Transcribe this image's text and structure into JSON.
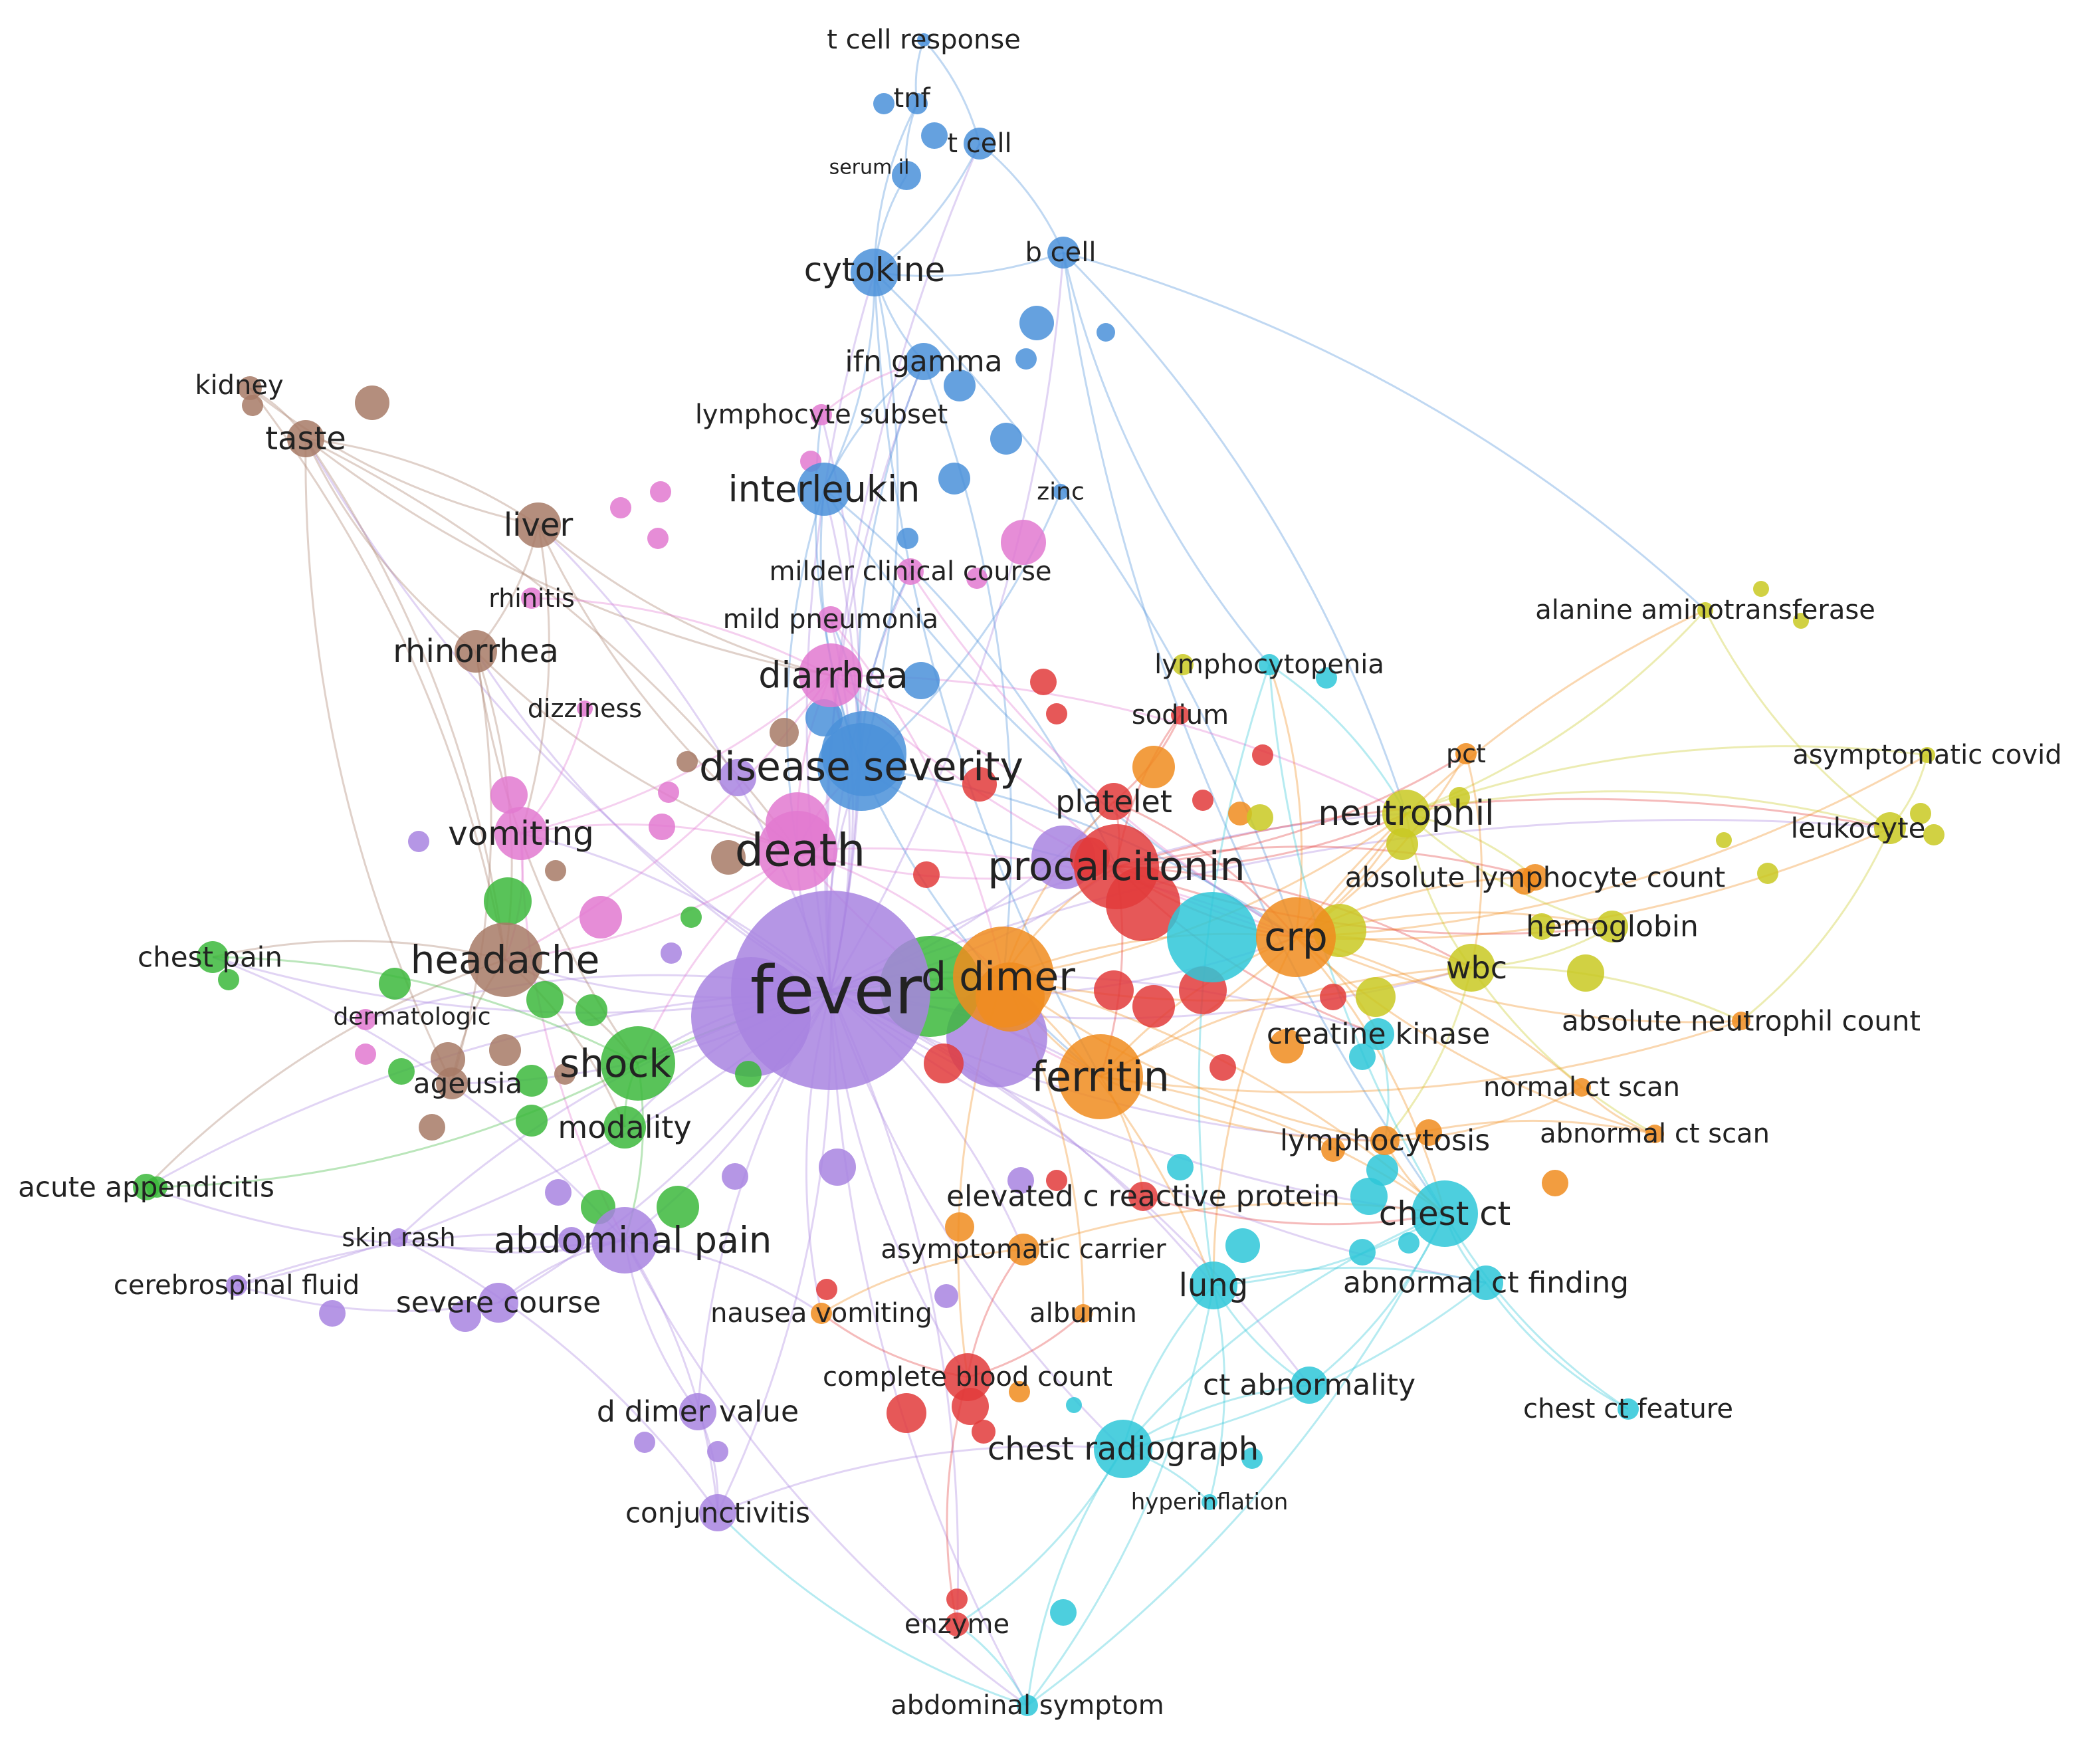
{
  "colors": {
    "blue": "#4a90d9",
    "pink": "#e279d0",
    "brown": "#a77a66",
    "purple": "#a884e0",
    "green": "#3cb83c",
    "red": "#e23b3b",
    "orange": "#f08c1e",
    "olive": "#c9c922",
    "cyan": "#2ec7d8"
  },
  "nodes": [
    {
      "id": "t_cell_response",
      "label": "t cell response",
      "cluster": "blue",
      "weight": 1
    },
    {
      "id": "tnf",
      "label": "tnf",
      "cluster": "blue",
      "weight": 2
    },
    {
      "id": "t_cell",
      "label": "t cell",
      "cluster": "blue",
      "weight": 3
    },
    {
      "id": "serum_il",
      "label": "serum il",
      "cluster": "blue",
      "weight": 2
    },
    {
      "id": "cytokine",
      "label": "cytokine",
      "cluster": "blue",
      "weight": 5
    },
    {
      "id": "b_cell",
      "label": "b cell",
      "cluster": "blue",
      "weight": 3
    },
    {
      "id": "ifn_gamma",
      "label": "ifn gamma",
      "cluster": "blue",
      "weight": 4
    },
    {
      "id": "interleukin",
      "label": "interleukin",
      "cluster": "blue",
      "weight": 6
    },
    {
      "id": "zinc",
      "label": "zinc",
      "cluster": "blue",
      "weight": 1
    },
    {
      "id": "kidney",
      "label": "kidney",
      "cluster": "brown",
      "weight": 2
    },
    {
      "id": "taste",
      "label": "taste",
      "cluster": "brown",
      "weight": 4
    },
    {
      "id": "liver",
      "label": "liver",
      "cluster": "brown",
      "weight": 5
    },
    {
      "id": "rhinorrhea",
      "label": "rhinorrhea",
      "cluster": "brown",
      "weight": 5
    },
    {
      "id": "lymphocyte_subset",
      "label": "lymphocyte subset",
      "cluster": "pink",
      "weight": 2
    },
    {
      "id": "milder_clinical_course",
      "label": "milder clinical course",
      "cluster": "pink",
      "weight": 3
    },
    {
      "id": "rhinitis",
      "label": "rhinitis",
      "cluster": "pink",
      "weight": 2
    },
    {
      "id": "mild_pneumonia",
      "label": "mild pneumonia",
      "cluster": "pink",
      "weight": 3
    },
    {
      "id": "dizziness",
      "label": "dizziness",
      "cluster": "pink",
      "weight": 2
    },
    {
      "id": "diarrhea",
      "label": "diarrhea",
      "cluster": "pink",
      "weight": 8
    },
    {
      "id": "disease_severity",
      "label": "disease severity",
      "cluster": "blue",
      "weight": 10
    },
    {
      "id": "vomiting",
      "label": "vomiting",
      "cluster": "pink",
      "weight": 6
    },
    {
      "id": "death",
      "label": "death",
      "cluster": "pink",
      "weight": 10
    },
    {
      "id": "chest_pain",
      "label": "chest pain",
      "cluster": "green",
      "weight": 3
    },
    {
      "id": "headache",
      "label": "headache",
      "cluster": "brown",
      "weight": 9
    },
    {
      "id": "dermatologic",
      "label": "dermatologic",
      "cluster": "pink",
      "weight": 1
    },
    {
      "id": "shock",
      "label": "shock",
      "cluster": "green",
      "weight": 9
    },
    {
      "id": "ageusia",
      "label": "ageusia",
      "cluster": "brown",
      "weight": 4
    },
    {
      "id": "modality",
      "label": "modality",
      "cluster": "green",
      "weight": 5
    },
    {
      "id": "acute_appendicitis",
      "label": "acute appendicitis",
      "cluster": "green",
      "weight": 2
    },
    {
      "id": "skin_rash",
      "label": "skin rash",
      "cluster": "purple",
      "weight": 2
    },
    {
      "id": "abdominal_pain",
      "label": "abdominal pain",
      "cluster": "purple",
      "weight": 8
    },
    {
      "id": "cerebrospinal_fluid",
      "label": "cerebrospinal fluid",
      "cluster": "purple",
      "weight": 2
    },
    {
      "id": "severe_course",
      "label": "severe course",
      "cluster": "purple",
      "weight": 4
    },
    {
      "id": "fever",
      "label": "fever",
      "cluster": "purple",
      "weight": 40
    },
    {
      "id": "d_dimer",
      "label": "d dimer",
      "cluster": "orange",
      "weight": 12
    },
    {
      "id": "procalcitonin",
      "label": "procalcitonin",
      "cluster": "red",
      "weight": 14
    },
    {
      "id": "platelet",
      "label": "platelet",
      "cluster": "red",
      "weight": 5
    },
    {
      "id": "sodium",
      "label": "sodium",
      "cluster": "red",
      "weight": 2
    },
    {
      "id": "ferritin",
      "label": "ferritin",
      "cluster": "orange",
      "weight": 12
    },
    {
      "id": "crp",
      "label": "crp",
      "cluster": "orange",
      "weight": 14
    },
    {
      "id": "neutrophil",
      "label": "neutrophil",
      "cluster": "olive",
      "weight": 7
    },
    {
      "id": "lymphocytopenia",
      "label": "lymphocytopenia",
      "cluster": "cyan",
      "weight": 2
    },
    {
      "id": "alanine_aminotransferase",
      "label": "alanine aminotransferase",
      "cluster": "olive",
      "weight": 1
    },
    {
      "id": "pct",
      "label": "pct",
      "cluster": "orange",
      "weight": 2
    },
    {
      "id": "asymptomatic_covid",
      "label": "asymptomatic covid",
      "cluster": "olive",
      "weight": 1
    },
    {
      "id": "leukocyte",
      "label": "leukocyte",
      "cluster": "olive",
      "weight": 3
    },
    {
      "id": "absolute_lymphocyte_count",
      "label": "absolute lymphocyte count",
      "cluster": "orange",
      "weight": 3
    },
    {
      "id": "hemoglobin",
      "label": "hemoglobin",
      "cluster": "olive",
      "weight": 3
    },
    {
      "id": "wbc",
      "label": "wbc",
      "cluster": "olive",
      "weight": 6
    },
    {
      "id": "absolute_neutrophil_count",
      "label": "absolute neutrophil count",
      "cluster": "orange",
      "weight": 2
    },
    {
      "id": "creatine_kinase",
      "label": "creatine kinase",
      "cluster": "cyan",
      "weight": 4
    },
    {
      "id": "normal_ct_scan",
      "label": "normal ct scan",
      "cluster": "orange",
      "weight": 2
    },
    {
      "id": "abnormal_ct_scan",
      "label": "abnormal ct scan",
      "cluster": "orange",
      "weight": 2
    },
    {
      "id": "lymphocytosis",
      "label": "lymphocytosis",
      "cluster": "orange",
      "weight": 3
    },
    {
      "id": "elevated_c_reactive_protein",
      "label": "elevated c reactive protein",
      "cluster": "red",
      "weight": 3
    },
    {
      "id": "chest_ct",
      "label": "chest ct",
      "cluster": "cyan",
      "weight": 7
    },
    {
      "id": "asymptomatic_carrier",
      "label": "asymptomatic carrier",
      "cluster": "orange",
      "weight": 3
    },
    {
      "id": "lung",
      "label": "lung",
      "cluster": "cyan",
      "weight": 5
    },
    {
      "id": "abnormal_ct_finding",
      "label": "abnormal ct finding",
      "cluster": "cyan",
      "weight": 4
    },
    {
      "id": "nausea_vomiting",
      "label": "nausea vomiting",
      "cluster": "orange",
      "weight": 2
    },
    {
      "id": "albumin",
      "label": "albumin",
      "cluster": "orange",
      "weight": 2
    },
    {
      "id": "complete_blood_count",
      "label": "complete blood count",
      "cluster": "red",
      "weight": 5
    },
    {
      "id": "ct_abnormality",
      "label": "ct abnormality",
      "cluster": "cyan",
      "weight": 4
    },
    {
      "id": "chest_ct_feature",
      "label": "chest ct feature",
      "cluster": "cyan",
      "weight": 2
    },
    {
      "id": "d_dimer_value",
      "label": "d dimer value",
      "cluster": "purple",
      "weight": 3
    },
    {
      "id": "chest_radiograph",
      "label": "chest radiograph",
      "cluster": "cyan",
      "weight": 6
    },
    {
      "id": "hyperinflation",
      "label": "hyperinflation",
      "cluster": "cyan",
      "weight": 1
    },
    {
      "id": "conjunctivitis",
      "label": "conjunctivitis",
      "cluster": "purple",
      "weight": 3
    },
    {
      "id": "enzyme",
      "label": "enzyme",
      "cluster": "red",
      "weight": 2
    },
    {
      "id": "abdominal_symptom",
      "label": "abdominal symptom",
      "cluster": "cyan",
      "weight": 2
    }
  ]
}
